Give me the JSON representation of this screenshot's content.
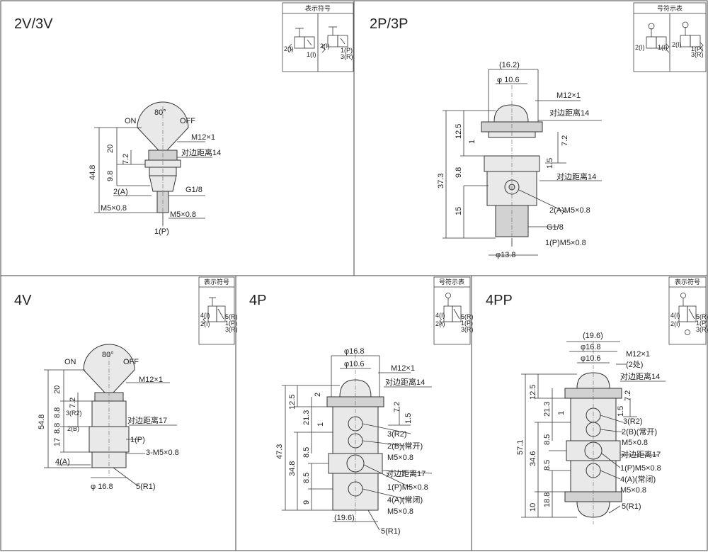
{
  "panels": {
    "v2v3": {
      "title": "2V/3V",
      "symbol_header": "表示符号",
      "angle": "80°",
      "on": "ON",
      "off": "OFF",
      "labels": [
        "M12×1",
        "对边距离14",
        "G1/8",
        "M5×0.8",
        "M5×0.8",
        "2(A)",
        "1(P)"
      ],
      "dims": [
        "20",
        "7.2",
        "9.8",
        "44.8"
      ]
    },
    "p2p3": {
      "title": "2P/3P",
      "symbol_header": "号符示表",
      "labels": [
        "M12×1",
        "对边距离14",
        "对边距离14",
        "2(A)M5×0.8",
        "G1/8",
        "1(P)M5×0.8",
        "(16.2)",
        "φ 10.6",
        "φ13.8"
      ],
      "dims": [
        "12.5",
        "1",
        "7.2",
        "9.8",
        "1.5",
        "37.3",
        "15"
      ]
    },
    "v4": {
      "title": "4V",
      "symbol_header": "表示符号",
      "angle": "80°",
      "on": "ON",
      "off": "OFF",
      "labels": [
        "M12×1",
        "对边距离17",
        "1(P)",
        "3-M5×0.8",
        "4(A)",
        "5(R1)",
        "φ 16.8",
        "3(R2)",
        "2(B)"
      ],
      "dims": [
        "20",
        "7.2",
        "8.8",
        "8.8",
        "54.8",
        "17"
      ]
    },
    "p4": {
      "title": "4P",
      "symbol_header": "号符示表",
      "labels": [
        "φ16.8",
        "φ10.6",
        "M12×1",
        "对边距离14",
        "3(R2)",
        "2(B)(常开)",
        "M5×0.8",
        "对边距离17",
        "1(P)M5×0.8",
        "4(A)(常闭)",
        "M5×0.8",
        "5(R1)",
        "(19.6)"
      ],
      "dims": [
        "2",
        "12.5",
        "21.3",
        "1",
        "7.2",
        "1.5",
        "47.3",
        "8.5",
        "34.8",
        "8.5",
        "9"
      ]
    },
    "pp4": {
      "title": "4PP",
      "symbol_header": "表示符号",
      "labels": [
        "(19.6)",
        "φ16.8",
        "φ10.6",
        "M12×1",
        "(2处)",
        "对边距离14",
        "3(R2)",
        "2(B)(常开)",
        "M5×0.8",
        "对边距离17",
        "1(P)M5×0.8",
        "4(A)(常闭)",
        "M5×0.8",
        "5(R1)"
      ],
      "dims": [
        "12.5",
        "21.3",
        "1",
        "7.2",
        "1.5",
        "8.5",
        "57.1",
        "34.6",
        "8.5",
        "10",
        "18.8"
      ]
    }
  },
  "symbol_ports": {
    "two_port": [
      "2(I)",
      "1(I)"
    ],
    "three_port": [
      "2(I)",
      "1(P)",
      "3(R)"
    ],
    "four_port": [
      "4(I)",
      "2(I)",
      "5(R)",
      "1(P)",
      "3(R)"
    ]
  }
}
